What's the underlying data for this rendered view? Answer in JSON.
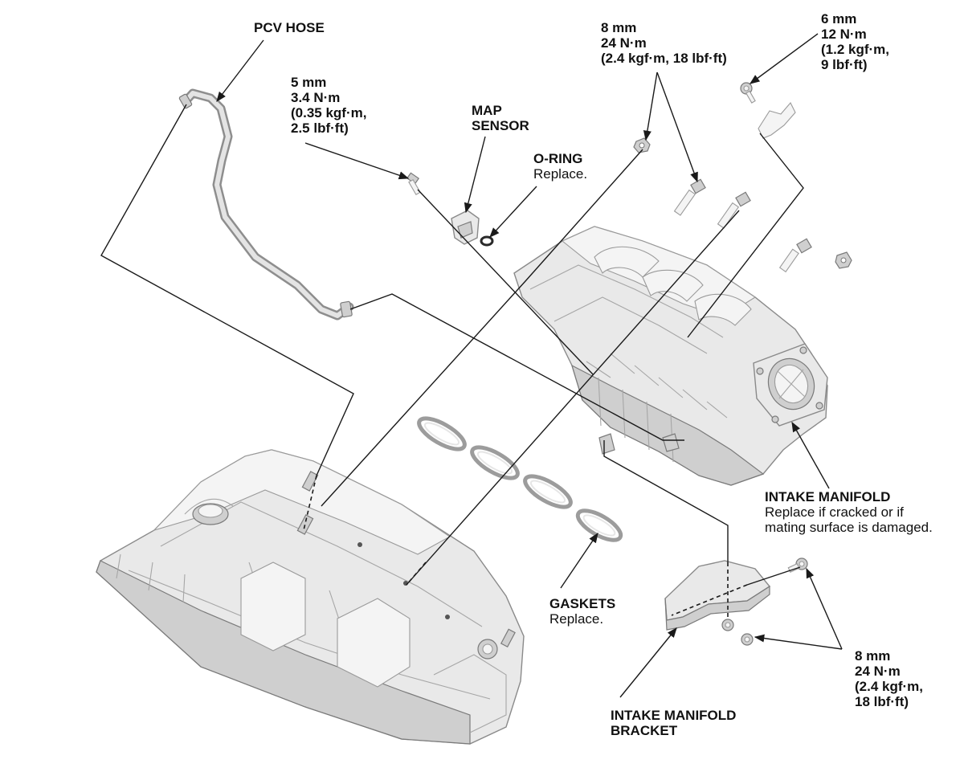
{
  "labels": {
    "pcv_hose": "PCV HOSE",
    "map_sensor": [
      "MAP",
      "SENSOR"
    ],
    "bolt_5mm": [
      "5 mm",
      "3.4 N·m",
      "(0.35 kgf·m,",
      "2.5 lbf·ft)"
    ],
    "o_ring": {
      "title": "O-RING",
      "note": "Replace."
    },
    "bolt_8mm_top": [
      "8 mm",
      "24 N·m",
      "(2.4 kgf·m, 18 lbf·ft)"
    ],
    "bolt_6mm": [
      "6 mm",
      "12 N·m",
      "(1.2 kgf·m,",
      "9 lbf·ft)"
    ],
    "intake_manifold": {
      "title": "INTAKE MANIFOLD",
      "note": [
        "Replace if cracked or if",
        "mating surface is damaged."
      ]
    },
    "gaskets": {
      "title": "GASKETS",
      "note": "Replace."
    },
    "bolt_8mm_bracket": [
      "8 mm",
      "24 N·m",
      "(2.4 kgf·m,",
      "18 lbf·ft)"
    ],
    "intake_manifold_bracket": [
      "INTAKE MANIFOLD",
      "BRACKET"
    ]
  }
}
